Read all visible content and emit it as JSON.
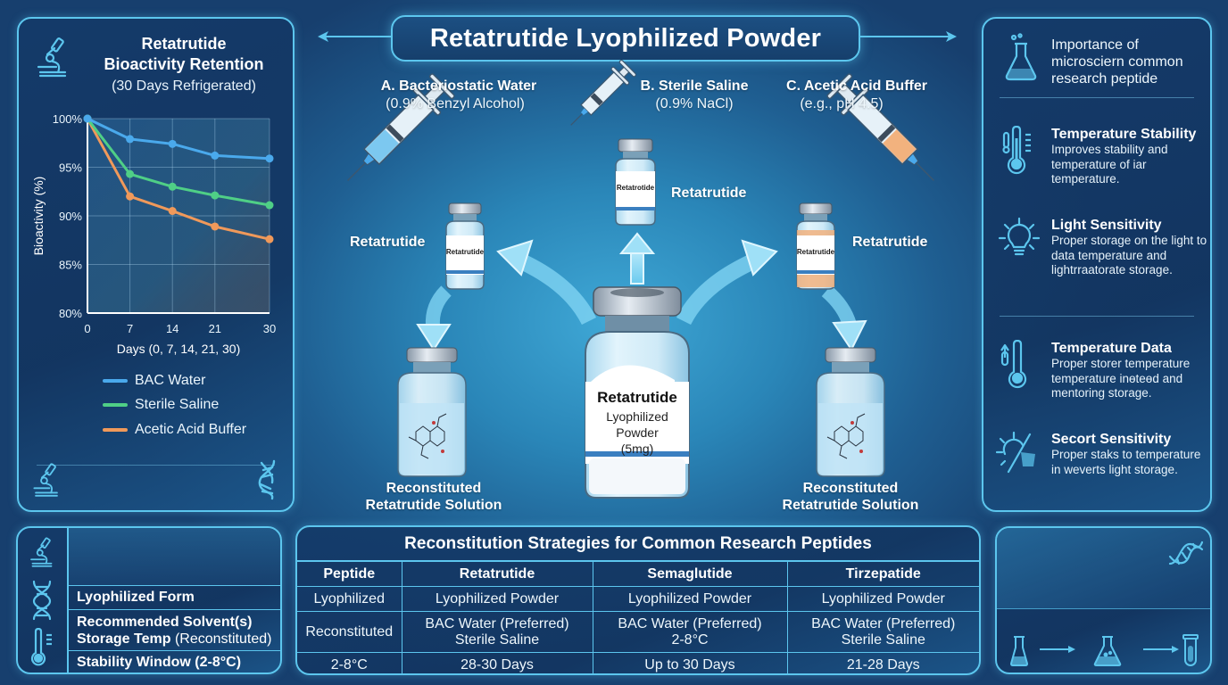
{
  "header": {
    "title": "Retatrutide Lyophilized Powder"
  },
  "chart_panel": {
    "title_line1": "Retatrutide",
    "title_line2": "Bioactivity Retention",
    "subtitle": "(30 Days Refrigerated)",
    "icons": [
      "microscope-icon",
      "microscope-icon",
      "dna-icon"
    ]
  },
  "chart_data": {
    "type": "line",
    "title": "Retatrutide Bioactivity Retention (30 Days Refrigerated)",
    "xlabel": "Days (0, 7, 14, 21, 30)",
    "ylabel": "Bioactivity (%)",
    "x": [
      0,
      7,
      14,
      21,
      30
    ],
    "x_tick_labels": [
      "0",
      "7",
      "14",
      "21",
      "30"
    ],
    "y_tick_labels": [
      "80%",
      "85%",
      "90%",
      "95%",
      "100%"
    ],
    "ylim": [
      80,
      100
    ],
    "grid": true,
    "legend_position": "below",
    "series": [
      {
        "name": "BAC Water",
        "color": "#4aa9ec",
        "values": [
          100,
          97.9,
          97.4,
          96.2,
          95.9
        ]
      },
      {
        "name": "Sterile Saline",
        "color": "#4fcf86",
        "values": [
          100,
          94.3,
          93.0,
          92.1,
          91.1
        ]
      },
      {
        "name": "Acetic Acid Buffer",
        "color": "#f0995a",
        "values": [
          100,
          92.0,
          90.5,
          88.9,
          87.6
        ]
      }
    ]
  },
  "diagram": {
    "solvents": [
      {
        "title": "A. Bacteriostatic Water",
        "subtitle": "(0.9% Benzyl Alcohol)",
        "liquid_color": "#7cc8f0"
      },
      {
        "title": "B. Sterile Saline",
        "subtitle": "(0.9% NaCl)",
        "liquid_color": "#bfe4f6"
      },
      {
        "title": "C. Acetic Acid Buffer",
        "subtitle": "(e.g., pH 4.5)",
        "liquid_color": "#f2b27e"
      }
    ],
    "small_vials": [
      {
        "side_label": "Retatrutide",
        "vial_text": "Retatrutide"
      },
      {
        "side_label": "Retatrutide",
        "vial_text": "Retatrotide"
      },
      {
        "side_label": "Retatrutide",
        "vial_text": "Retatrutide"
      }
    ],
    "central_vial": {
      "name": "Retatrutide",
      "line2": "Lyophilized",
      "line3": "Powder",
      "line4": "(5mg)"
    },
    "reconstituted": [
      {
        "line1": "Reconstituted",
        "line2": "Retatrutide Solution"
      },
      {
        "line1": "Reconstituted",
        "line2": "Retatrutide Solution"
      }
    ]
  },
  "info_panel": {
    "intro": "Importance of microsciern common research peptide",
    "items": [
      {
        "icon": "thermometer-icon",
        "title": "Temperature Stability",
        "desc": "Improves stability and temperature of iar temperature."
      },
      {
        "icon": "lightbulb-icon",
        "title": "Light Sensitivity",
        "desc": "Proper storage on the light to data temperature and lightrraatorate storage."
      },
      {
        "icon": "thermometer-arrow-icon",
        "title": "Temperature Data",
        "desc": "Proper storer temperature temperature inɵteɵd and mentoring storage."
      },
      {
        "icon": "light-off-icon",
        "title": "Secort Sensitivity",
        "desc": "Proper staks to temperature in weverts light storage."
      }
    ]
  },
  "row_labels": {
    "rows": [
      {
        "bold": "Lyophilized Form",
        "normal": ""
      },
      {
        "bold": "Recommended Solvent(s)",
        "normal": ""
      },
      {
        "bold": "Storage Temp",
        "normal": " (Reconstituted)"
      },
      {
        "bold": "Stability Window (2-8°C)",
        "normal": ""
      }
    ]
  },
  "table": {
    "title": "Reconstitution Strategies for Common Research Peptides",
    "headers": [
      "Peptide",
      "Retatrutide",
      "Semaglutide",
      "Tirzepatide"
    ],
    "rows": [
      [
        "Lyophilized",
        "Lyophilized Powder",
        "Lyophilized Powder",
        "Lyophilized Powder"
      ],
      [
        "Reconstituted",
        [
          "BAC Water (Preferred)",
          "Sterile Saline"
        ],
        [
          "BAC Water (Preferred)",
          "2-8°C"
        ],
        [
          "BAC Water (Preferred)",
          "Sterile Saline"
        ]
      ],
      [
        "2-8°C",
        "28-30 Days",
        "Up to 30 Days",
        "21-28 Days"
      ]
    ]
  },
  "workflow_panel": {
    "steps": [
      "beaker-icon",
      "flask-icon",
      "test-tube-icon"
    ]
  },
  "colors": {
    "accent": "#5cc6ee",
    "panel_bg": "#163d6b",
    "background_center": "#3fa8d6",
    "background_edge": "#173f6e"
  }
}
